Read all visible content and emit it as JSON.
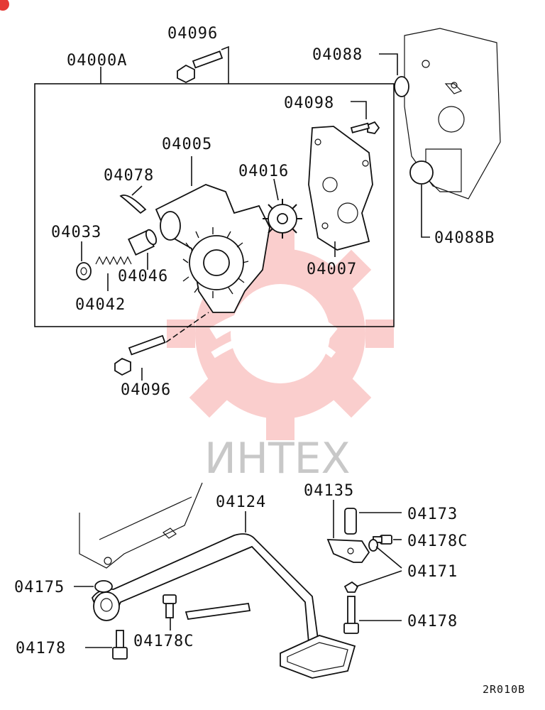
{
  "labels": {
    "p04096_top": "04096",
    "p04000a": "04000A",
    "p04088": "04088",
    "p04098": "04098",
    "p04005": "04005",
    "p04078": "04078",
    "p04016": "04016",
    "p04033": "04033",
    "p04046": "04046",
    "p04042": "04042",
    "p04007": "04007",
    "p04088b": "04088B",
    "p04096_bottom": "04096",
    "p04135": "04135",
    "p04124": "04124",
    "p04173": "04173",
    "p04178c_right": "04178C",
    "p04171": "04171",
    "p04175": "04175",
    "p04178_right": "04178",
    "p04178c_bottom": "04178C",
    "p04178_left": "04178"
  },
  "diagram_code": "2R010B",
  "watermark": {
    "text": "ИНТЕХ",
    "color": "#f08080"
  }
}
